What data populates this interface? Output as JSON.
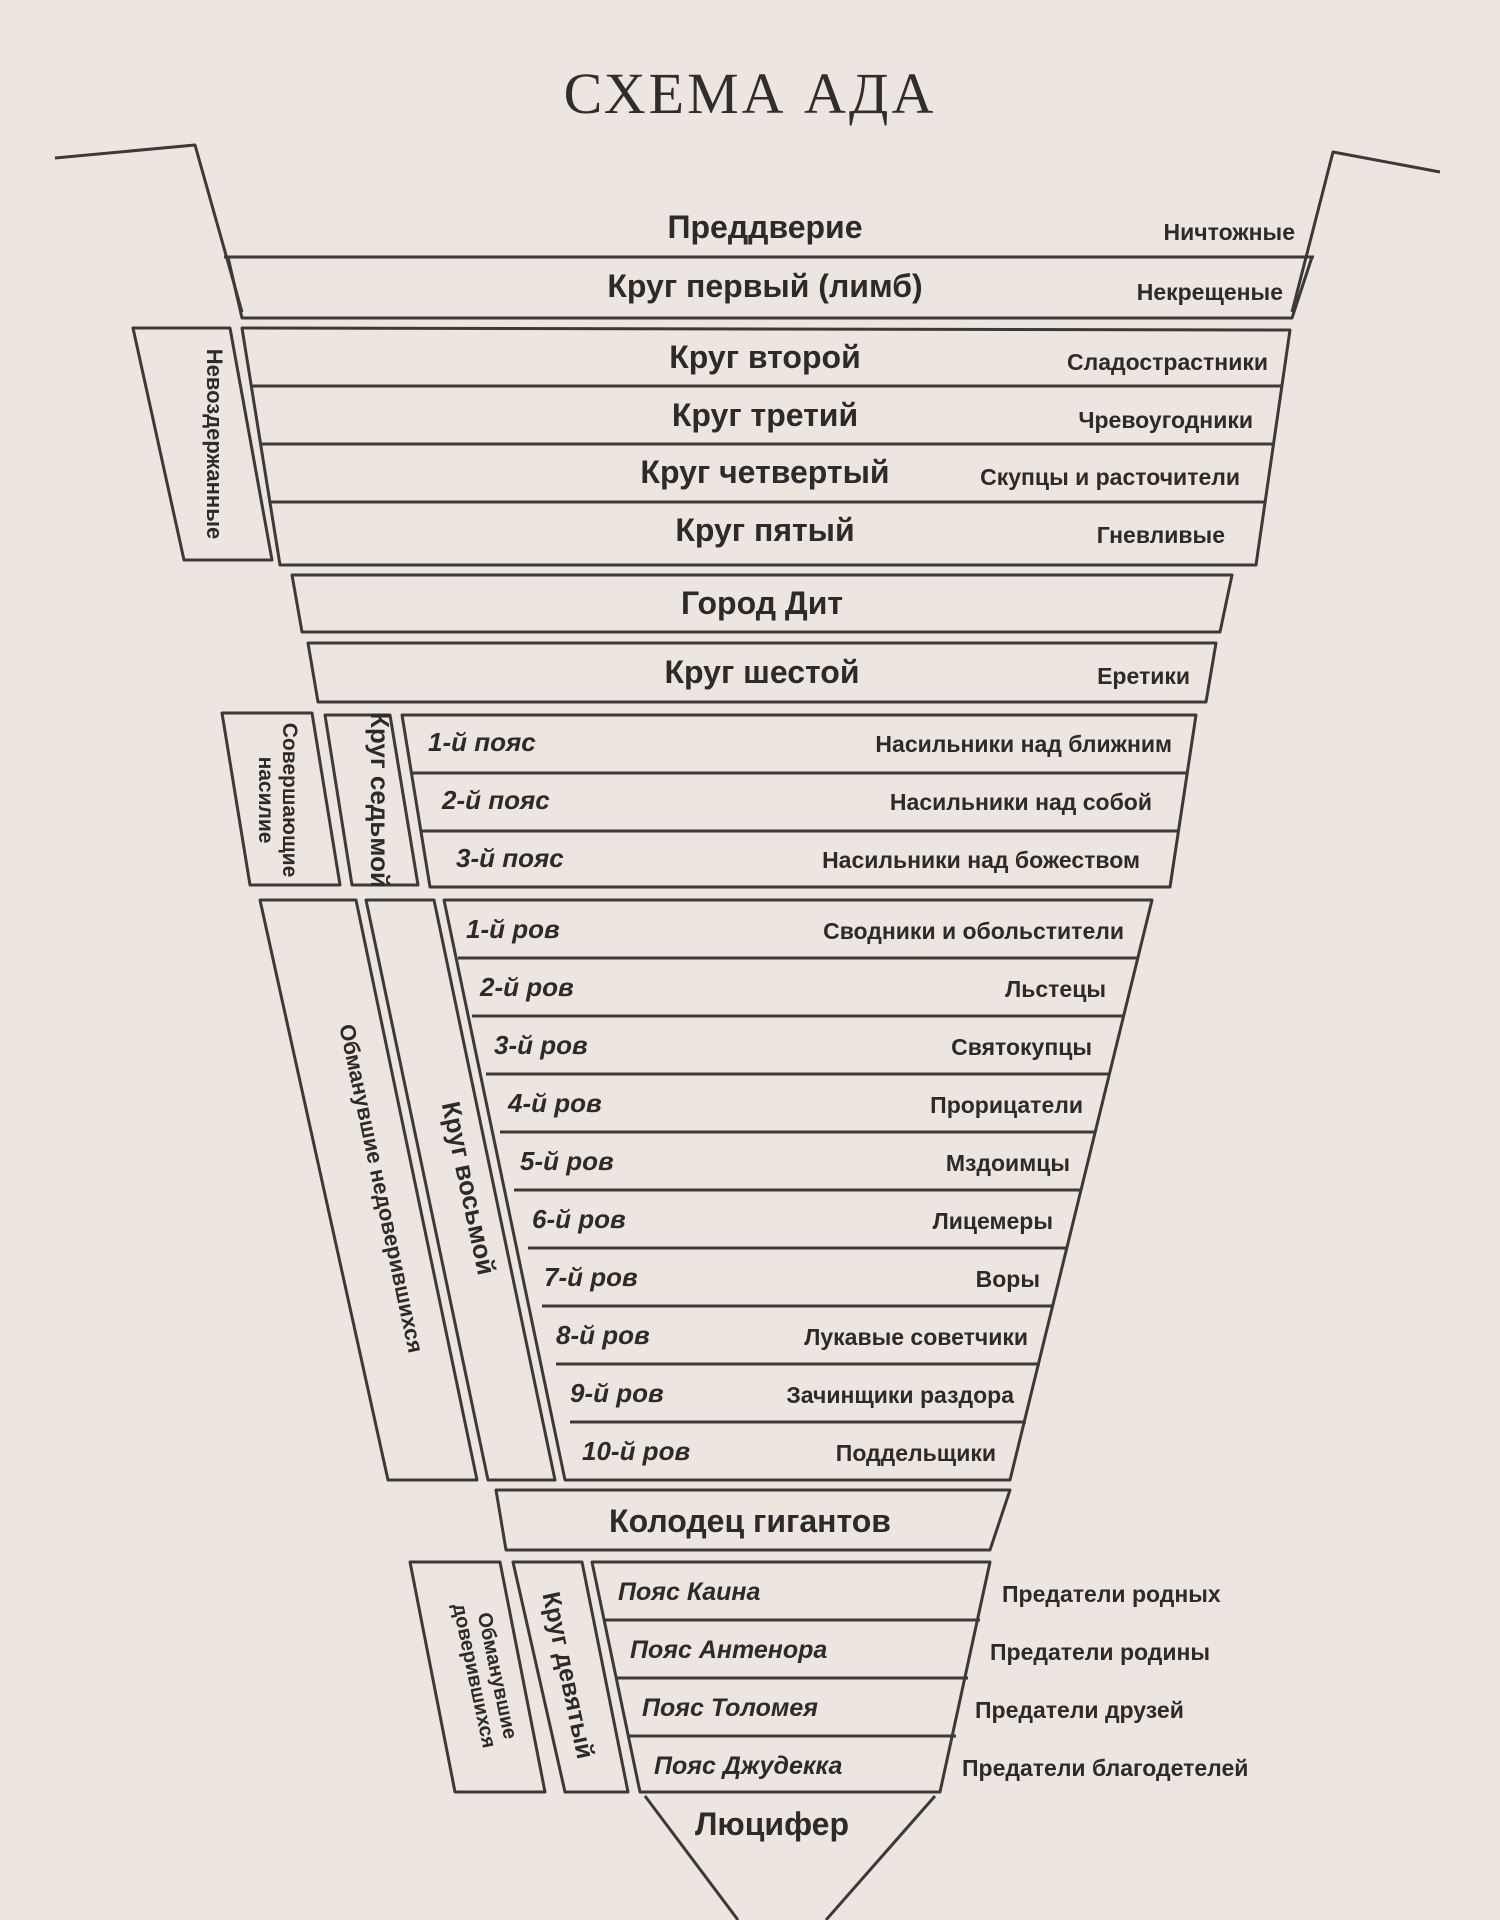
{
  "title": "СХЕМА АДА",
  "levels": [
    {
      "label": "Преддверие",
      "note": "Ничтожные"
    },
    {
      "label": "Круг первый (лимб)",
      "note": "Некрещеные"
    },
    {
      "label": "Круг второй",
      "note": "Сладострастники"
    },
    {
      "label": "Круг третий",
      "note": "Чревоугодники"
    },
    {
      "label": "Круг четвертый",
      "note": "Скупцы и расточители"
    },
    {
      "label": "Круг пятый",
      "note": "Гневливые"
    },
    {
      "label": "Город Дит",
      "note": ""
    },
    {
      "label": "Круг шестой",
      "note": "Еретики"
    },
    {
      "label": "1-й пояс",
      "note": "Насильники над ближним"
    },
    {
      "label": "2-й пояс",
      "note": "Насильники над собой"
    },
    {
      "label": "3-й пояс",
      "note": "Насильники над божеством"
    },
    {
      "label": "1-й ров",
      "note": "Сводники и обольстители"
    },
    {
      "label": "2-й ров",
      "note": "Льстецы"
    },
    {
      "label": "3-й ров",
      "note": "Святокупцы"
    },
    {
      "label": "4-й ров",
      "note": "Прорицатели"
    },
    {
      "label": "5-й ров",
      "note": "Мздоимцы"
    },
    {
      "label": "6-й ров",
      "note": "Лицемеры"
    },
    {
      "label": "7-й ров",
      "note": "Воры"
    },
    {
      "label": "8-й ров",
      "note": "Лукавые советчики"
    },
    {
      "label": "9-й ров",
      "note": "Зачинщики раздора"
    },
    {
      "label": "10-й ров",
      "note": "Поддельщики"
    },
    {
      "label": "Колодец гигантов",
      "note": ""
    },
    {
      "label": "Пояс Каина",
      "note": "Предатели родных"
    },
    {
      "label": "Пояс Антенора",
      "note": "Предатели родины"
    },
    {
      "label": "Пояс Толомея",
      "note": "Предатели друзей"
    },
    {
      "label": "Пояс Джудекка",
      "note": "Предатели благодетелей"
    },
    {
      "label": "Люцифер",
      "note": ""
    }
  ],
  "groups": {
    "incontinent": "Невоздержанные",
    "violent": [
      "Совершающие",
      "насилие"
    ],
    "circle7": "Круг седьмой",
    "fraud_simple": "Обманувшие недоверившихся",
    "circle8": "Круг восьмой",
    "fraud_trusting": [
      "Обманувшие",
      "доверившихся"
    ],
    "circle9": "Круг девятый"
  }
}
